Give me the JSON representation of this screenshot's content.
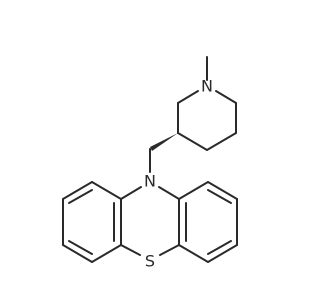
{
  "molecule": {
    "atoms": {
      "n_piperidine": "N",
      "n_phenothiazine": "N",
      "s_phenothiazine": "S"
    },
    "colors": {
      "bond": "#2a2a2a",
      "background": "#ffffff"
    }
  }
}
